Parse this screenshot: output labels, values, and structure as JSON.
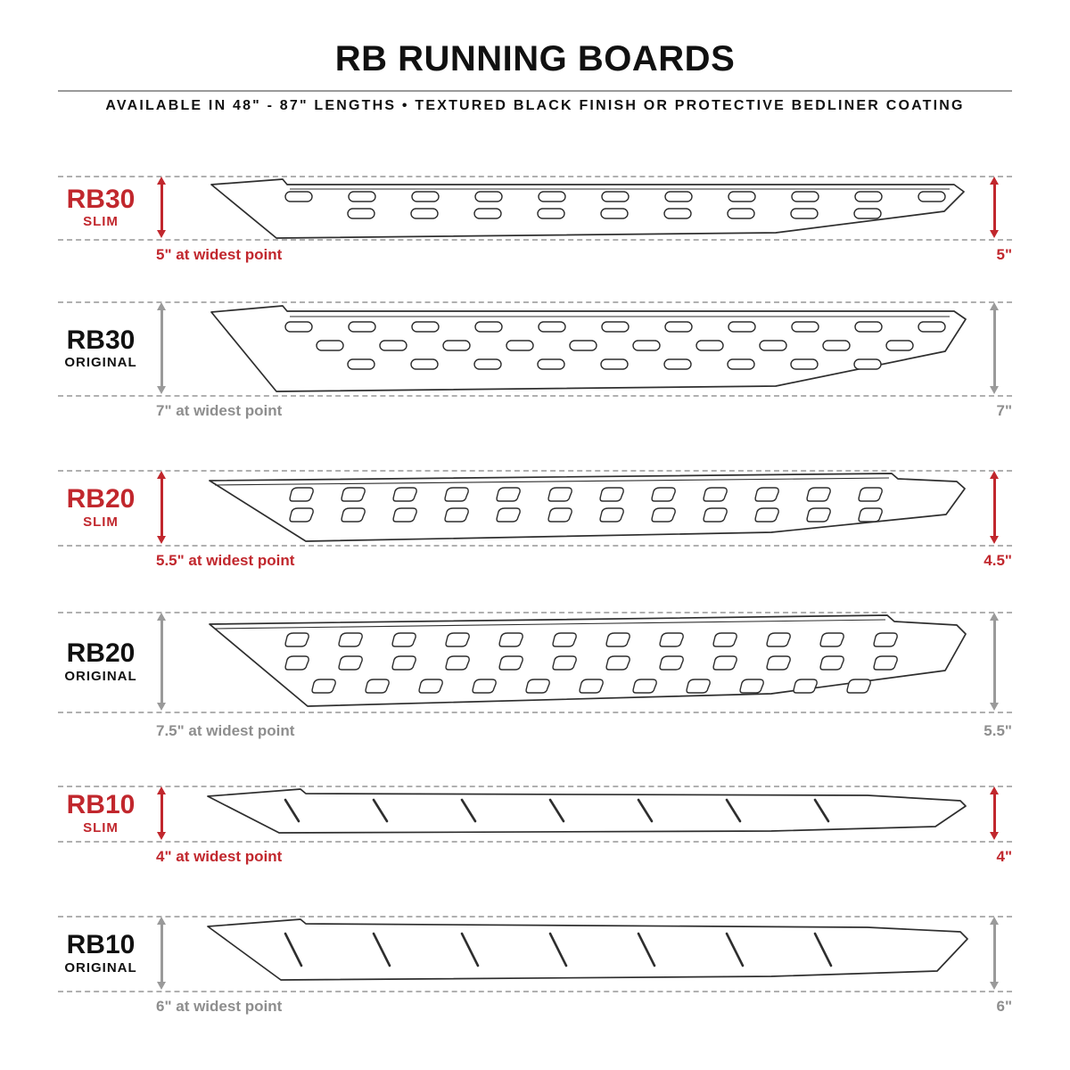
{
  "header": {
    "title": "RB RUNNING BOARDS",
    "subtitle": "AVAILABLE IN 48\" - 87\" LENGTHS   •   TEXTURED BLACK FINISH OR PROTECTIVE BEDLINER COATING"
  },
  "colors": {
    "accent_red": "#c1272d",
    "dim_gray": "#8e8e8e",
    "line_black": "#2e2e2e",
    "dash_gray": "#b0b0b0"
  },
  "rows": [
    {
      "model": "RB30",
      "variant": "SLIM",
      "widest": "5\" at widest point",
      "height": "5\""
    },
    {
      "model": "RB30",
      "variant": "ORIGINAL",
      "widest": "7\" at widest point",
      "height": "7\""
    },
    {
      "model": "RB20",
      "variant": "SLIM",
      "widest": "5.5\" at widest point",
      "height": "4.5\""
    },
    {
      "model": "RB20",
      "variant": "ORIGINAL",
      "widest": "7.5\" at widest point",
      "height": "5.5\""
    },
    {
      "model": "RB10",
      "variant": "SLIM",
      "widest": "4\" at widest point",
      "height": "4\""
    },
    {
      "model": "RB10",
      "variant": "ORIGINAL",
      "widest": "6\" at widest point",
      "height": "6\""
    }
  ]
}
